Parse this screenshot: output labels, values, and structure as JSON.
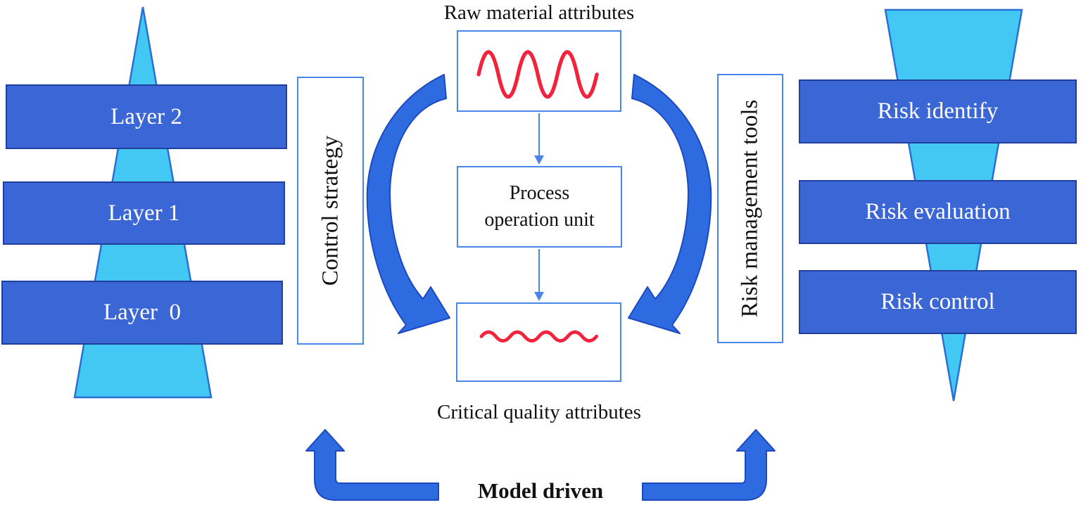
{
  "colors": {
    "bar_blue": "#3b67d6",
    "bar_border": "#1f3e9e",
    "funnel_cyan": "#42c8f3",
    "funnel_border": "#2a6fd4",
    "arrow_blue": "#2e6be0",
    "arrow_border": "#1c49c0",
    "box_border": "#4a86e8",
    "wave_red": "#f2233c",
    "text_dark": "#111111",
    "text_white": "#ffffff",
    "background": "#ffffff"
  },
  "left_pyramid": {
    "layers": [
      {
        "label": "Layer 2"
      },
      {
        "label": "Layer 1"
      },
      {
        "label": "Layer  0"
      }
    ]
  },
  "columns": {
    "control_strategy": "Control strategy",
    "risk_tools": "Risk management tools"
  },
  "center": {
    "top_title": "Raw material attributes",
    "process_lines": [
      "Process",
      "operation unit"
    ],
    "bottom_title": "Critical quality attributes",
    "model_driven": "Model driven"
  },
  "right_funnel": {
    "steps": [
      {
        "label": "Risk identify"
      },
      {
        "label": "Risk evaluation"
      },
      {
        "label": "Risk control"
      }
    ]
  }
}
